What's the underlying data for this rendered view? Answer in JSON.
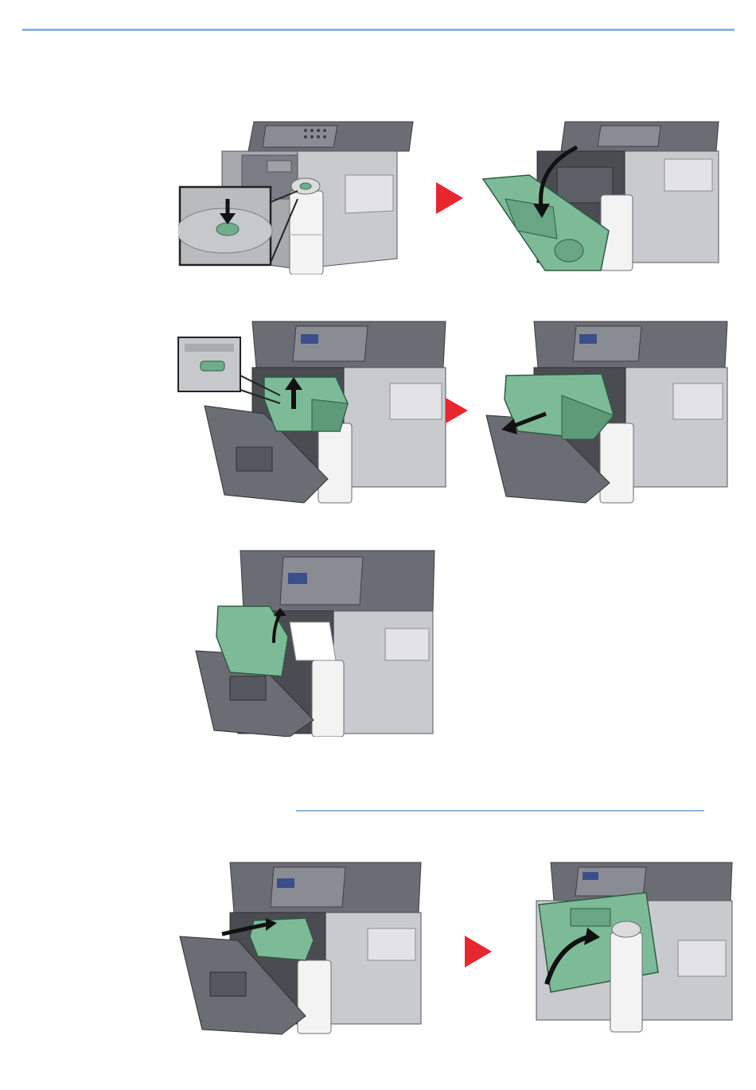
{
  "colors": {
    "rule": "#8fb3e2",
    "step_arrow": "#e8262e",
    "printer_grey_dark": "#5f6168",
    "printer_grey_light": "#c9cacd",
    "printer_white": "#f2f2f2",
    "toner_green": "#6fae8c"
  },
  "figures": [
    {
      "id": "fig-1",
      "icon": "printer-release-button-illustration"
    },
    {
      "id": "fig-2",
      "icon": "printer-front-cover-opening-illustration"
    },
    {
      "id": "fig-3",
      "icon": "toner-container-lift-illustration"
    },
    {
      "id": "fig-4",
      "icon": "drum-unit-pull-out-illustration"
    },
    {
      "id": "fig-5",
      "icon": "paper-jam-removal-illustration"
    },
    {
      "id": "fig-6",
      "icon": "drum-unit-insert-illustration"
    },
    {
      "id": "fig-7",
      "icon": "printer-front-cover-closing-illustration"
    }
  ],
  "step_arrows": [
    "step-arrow-icon",
    "step-arrow-icon",
    "step-arrow-icon"
  ]
}
